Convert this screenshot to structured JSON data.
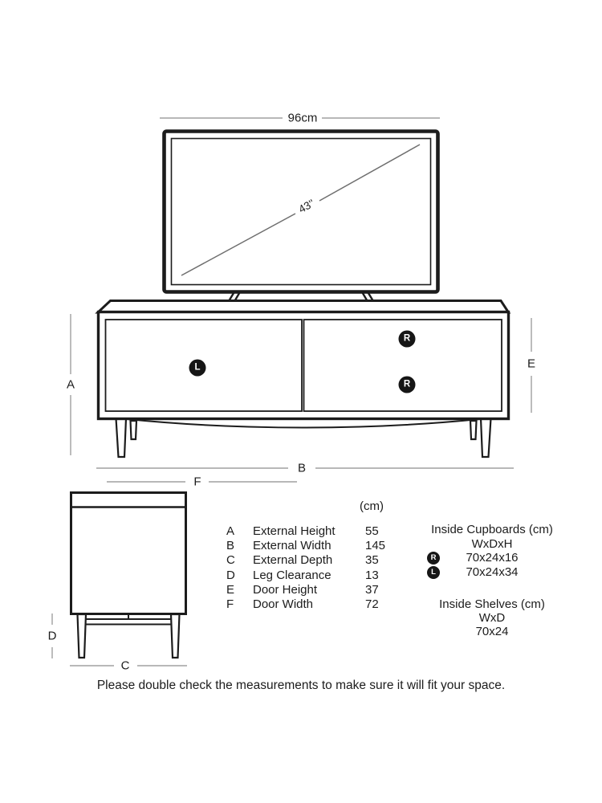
{
  "colors": {
    "line": "#1c1c1c",
    "dim_line": "#a0a0a0",
    "badge_bg": "#161616",
    "badge_text": "#ffffff",
    "text": "#1c1c1c"
  },
  "tv": {
    "width_label": "96cm",
    "screen_size_label": "43''"
  },
  "dims": {
    "a": "A",
    "b": "B",
    "c": "C",
    "d": "D",
    "e": "E",
    "f": "F"
  },
  "front_view": {
    "left_door_badge": "L",
    "right_top_badge": "R",
    "right_bottom_badge": "R"
  },
  "spec_table": {
    "unit_header": "(cm)",
    "rows": [
      {
        "key": "A",
        "label": "External Height",
        "value": "55"
      },
      {
        "key": "B",
        "label": "External Width",
        "value": "145"
      },
      {
        "key": "C",
        "label": "External Depth",
        "value": "35"
      },
      {
        "key": "D",
        "label": "Leg Clearance",
        "value": "13"
      },
      {
        "key": "E",
        "label": "Door Height",
        "value": "37"
      },
      {
        "key": "F",
        "label": "Door Width",
        "value": "72"
      }
    ]
  },
  "inside_panel": {
    "cupboards_title": "Inside Cupboards (cm)",
    "cupboards_dims_header": "WxDxH",
    "cupboards": [
      {
        "badge": "R",
        "value": "70x24x16"
      },
      {
        "badge": "L",
        "value": "70x24x34"
      }
    ],
    "shelves_title": "Inside Shelves (cm)",
    "shelves_dims_header": "WxD",
    "shelves_value": "70x24"
  },
  "footer_note": "Please double check the measurements to make sure it will fit your space."
}
